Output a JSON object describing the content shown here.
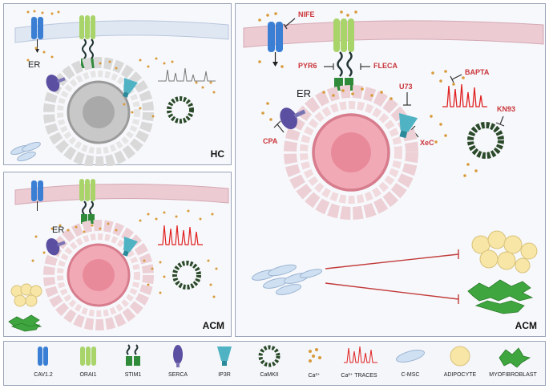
{
  "panels": {
    "hc_label": "HC",
    "acm_small_label": "ACM",
    "acm_main_label": "ACM",
    "er_label": "ER"
  },
  "inhibitors": {
    "nife": "NIFE",
    "pyr6": "PYR6",
    "fleca": "FLECA",
    "bapta": "BAPTA",
    "u73": "U73",
    "kn93": "KN93",
    "cpa": "CPA",
    "xec": "XeC"
  },
  "legend": [
    {
      "label": "CAV1.2",
      "icon": "cav-channel-icon"
    },
    {
      "label": "ORAI1",
      "icon": "orai-channel-icon"
    },
    {
      "label": "STIM1",
      "icon": "stim-icon"
    },
    {
      "label": "SERCA",
      "icon": "serca-icon"
    },
    {
      "label": "IP3R",
      "icon": "ip3r-icon"
    },
    {
      "label": "CaMKII",
      "icon": "camkii-icon"
    },
    {
      "label": "Ca²⁺",
      "icon": "calcium-dots-icon"
    },
    {
      "label": "Ca²⁺ TRACES",
      "icon": "calcium-trace-icon"
    },
    {
      "label": "C-MSC",
      "icon": "cmsc-cell-icon"
    },
    {
      "label": "ADIPOCYTE",
      "icon": "adipocyte-icon"
    },
    {
      "label": "MYOFIBROBLAST",
      "icon": "myofibroblast-icon"
    }
  ],
  "colors": {
    "cav": "#3b7fd4",
    "orai": "#a8d46a",
    "stim": "#2f8a3a",
    "serca": "#5a4fa0",
    "ip3r": "#4fb3c4",
    "calcium": "#d89a3a",
    "trace": "#e02020",
    "nucleus_hc": "#c8c8c8",
    "nucleus_acm": "#e98a9a",
    "membrane_hc": "#dfe7f3",
    "membrane_acm": "#eccbd3",
    "inhibitor_text": "#c9353a",
    "adipocyte": "#f7e6a6",
    "myofibroblast": "#3fa63f",
    "cmsc": "#cfe0f2"
  }
}
